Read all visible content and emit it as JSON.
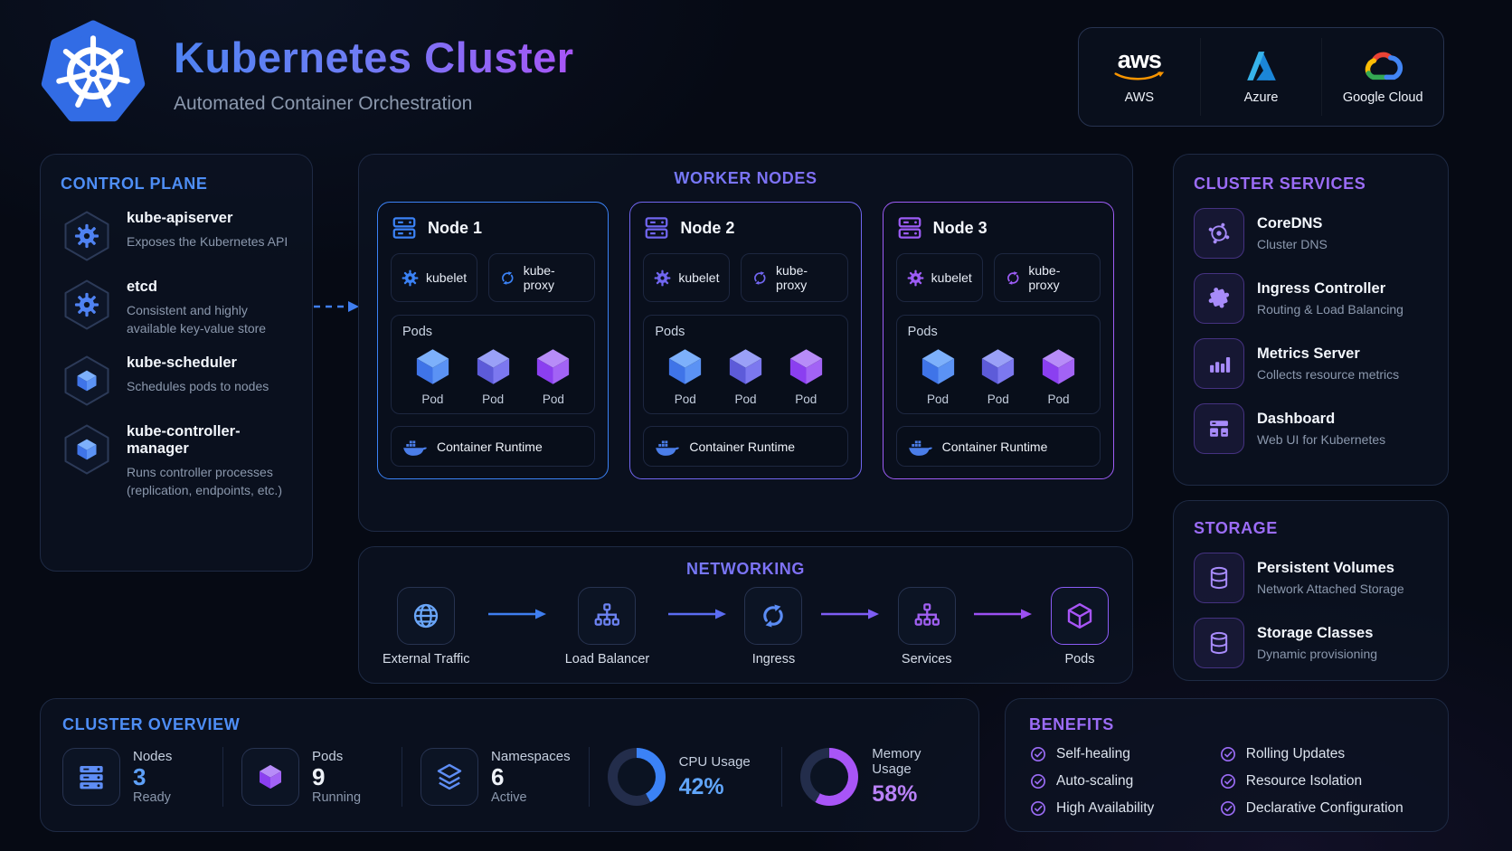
{
  "header": {
    "title": "Kubernetes Cluster",
    "subtitle": "Automated Container Orchestration",
    "providers": [
      {
        "name": "AWS",
        "icon": "aws-logo"
      },
      {
        "name": "Azure",
        "icon": "azure-logo"
      },
      {
        "name": "Google Cloud",
        "icon": "google-cloud-logo"
      }
    ]
  },
  "control_plane": {
    "title": "CONTROL PLANE",
    "items": [
      {
        "name": "kube-apiserver",
        "description": "Exposes the Kubernetes API",
        "icon": "gear-icon"
      },
      {
        "name": "etcd",
        "description": "Consistent and highly available key-value store",
        "icon": "gear-icon"
      },
      {
        "name": "kube-scheduler",
        "description": "Schedules pods to nodes",
        "icon": "cube-icon"
      },
      {
        "name": "kube-controller-manager",
        "description": "Runs controller processes (replication, endpoints, etc.)",
        "icon": "cube-icon"
      }
    ]
  },
  "worker_nodes": {
    "title": "WORKER NODES",
    "nodes": [
      {
        "name": "Node 1",
        "accent": "#3b82f6",
        "components": [
          "kubelet",
          "kube-proxy"
        ],
        "pods_label": "Pods",
        "pods": [
          "Pod",
          "Pod",
          "Pod"
        ],
        "runtime": "Container Runtime"
      },
      {
        "name": "Node 2",
        "accent": "#7166f0",
        "components": [
          "kubelet",
          "kube-proxy"
        ],
        "pods_label": "Pods",
        "pods": [
          "Pod",
          "Pod",
          "Pod"
        ],
        "runtime": "Container Runtime"
      },
      {
        "name": "Node 3",
        "accent": "#9d5cf6",
        "components": [
          "kubelet",
          "kube-proxy"
        ],
        "pods_label": "Pods",
        "pods": [
          "Pod",
          "Pod",
          "Pod"
        ],
        "runtime": "Container Runtime"
      }
    ]
  },
  "networking": {
    "title": "NETWORKING",
    "steps": [
      {
        "label": "External Traffic",
        "icon": "globe-icon"
      },
      {
        "label": "Load Balancer",
        "icon": "network-tree-icon"
      },
      {
        "label": "Ingress",
        "icon": "cycle-arrows-icon"
      },
      {
        "label": "Services",
        "icon": "network-tree-icon"
      },
      {
        "label": "Pods",
        "icon": "cube-outline-icon"
      }
    ]
  },
  "cluster_services": {
    "title": "CLUSTER SERVICES",
    "items": [
      {
        "name": "CoreDNS",
        "description": "Cluster DNS",
        "icon": "dns-icon"
      },
      {
        "name": "Ingress Controller",
        "description": "Routing & Load Balancing",
        "icon": "puzzle-icon"
      },
      {
        "name": "Metrics Server",
        "description": "Collects resource metrics",
        "icon": "bar-chart-icon"
      },
      {
        "name": "Dashboard",
        "description": "Web UI for Kubernetes",
        "icon": "dashboard-icon"
      }
    ]
  },
  "storage": {
    "title": "STORAGE",
    "items": [
      {
        "name": "Persistent Volumes",
        "description": "Network Attached Storage",
        "icon": "database-icon"
      },
      {
        "name": "Storage Classes",
        "description": "Dynamic provisioning",
        "icon": "database-icon"
      }
    ]
  },
  "cluster_overview": {
    "title": "CLUSTER OVERVIEW",
    "stats": [
      {
        "label": "Nodes",
        "value": "3",
        "status": "Ready",
        "icon": "servers-icon",
        "value_color": "#5ea0f8"
      },
      {
        "label": "Pods",
        "value": "9",
        "status": "Running",
        "icon": "cube-icon",
        "value_color": "#eef2f8"
      },
      {
        "label": "Namespaces",
        "value": "6",
        "status": "Active",
        "icon": "layers-icon",
        "value_color": "#eef2f8"
      }
    ],
    "gauges": [
      {
        "label": "CPU Usage",
        "percent": 42,
        "display": "42%",
        "color": "#3b82f6",
        "text_color": "#60a5fa"
      },
      {
        "label": "Memory Usage",
        "percent": 58,
        "display": "58%",
        "color": "#a855f7",
        "text_color": "#b981f8"
      }
    ]
  },
  "benefits": {
    "title": "BENEFITS",
    "items": [
      "Self-healing",
      "Auto-scaling",
      "High Availability",
      "Rolling Updates",
      "Resource Isolation",
      "Declarative Configuration"
    ]
  },
  "colors": {
    "accent_blue": "#3b82f6",
    "accent_purple": "#a855f7",
    "gauge_track": "#232d4b"
  }
}
